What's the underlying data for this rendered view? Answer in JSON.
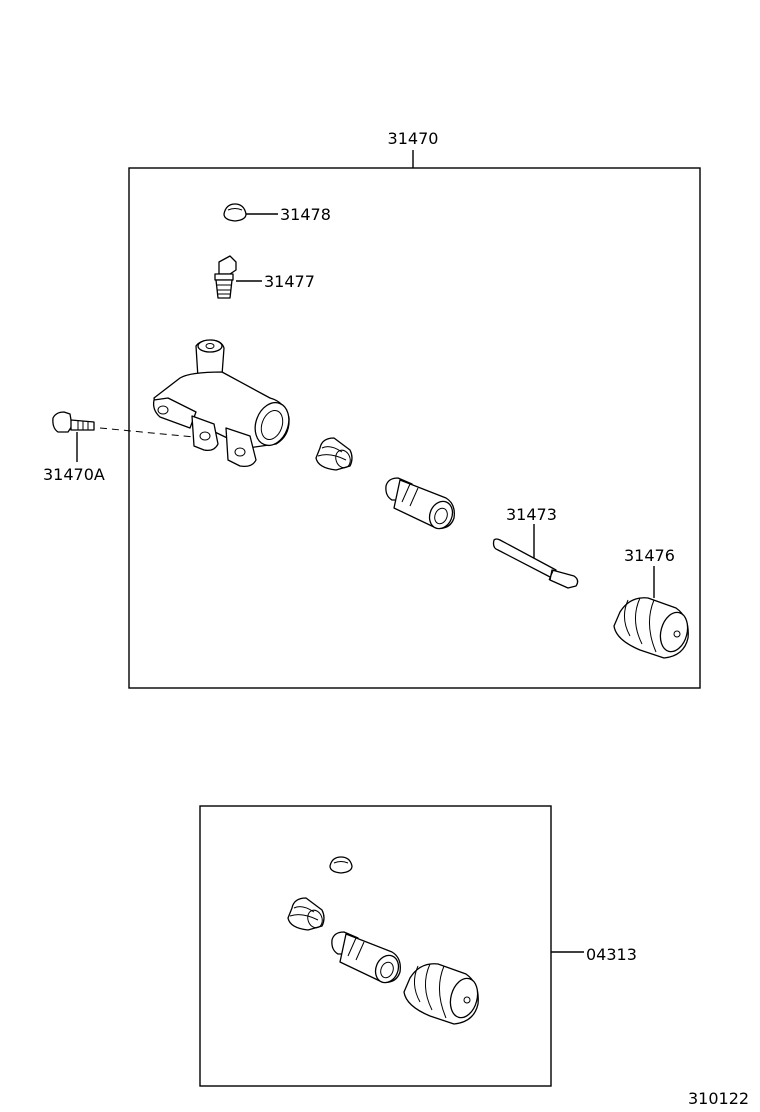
{
  "labels": {
    "assembly": "31470",
    "bleeder_cap": "31478",
    "bleeder_plug": "31477",
    "bolt": "31470A",
    "push_rod": "31473",
    "boot": "31476",
    "kit": "04313",
    "figure_number": "310122"
  },
  "icons": {
    "cylinder_body": "slave-cylinder-body-icon",
    "bleeder_cap": "bleeder-cap-icon",
    "bleeder_plug": "bleeder-plug-icon",
    "bolt": "bolt-icon",
    "cup": "piston-cup-icon",
    "piston": "piston-icon",
    "push_rod": "push-rod-icon",
    "boot": "boot-icon"
  }
}
